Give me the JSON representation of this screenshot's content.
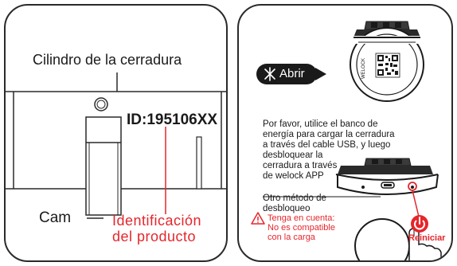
{
  "left": {
    "cylinder_label": "Cilindro de la cerradura",
    "id_label": "ID:195106XX",
    "cam_label": "Cam",
    "product_id_line1": "Identificación",
    "product_id_line2": "del producto"
  },
  "right": {
    "abrir_label": "Abrir",
    "qr_side_text": "WELOCK",
    "instructions": [
      "Por favor, utilice el banco de",
      "energía para cargar la cerradura",
      "a través del cable USB, y luego",
      "desbloquear la",
      "cerradura a través",
      "de welock APP"
    ],
    "other_method": [
      "Otro método de",
      "desbloqueo"
    ],
    "warning": [
      "Tenga en cuenta:",
      "No es compatible",
      "con la carga"
    ],
    "reset_label": "Reiniciar"
  },
  "colors": {
    "accent_red": "#e5262c",
    "dark": "#1a1a1a",
    "line": "#2a2a2a"
  }
}
